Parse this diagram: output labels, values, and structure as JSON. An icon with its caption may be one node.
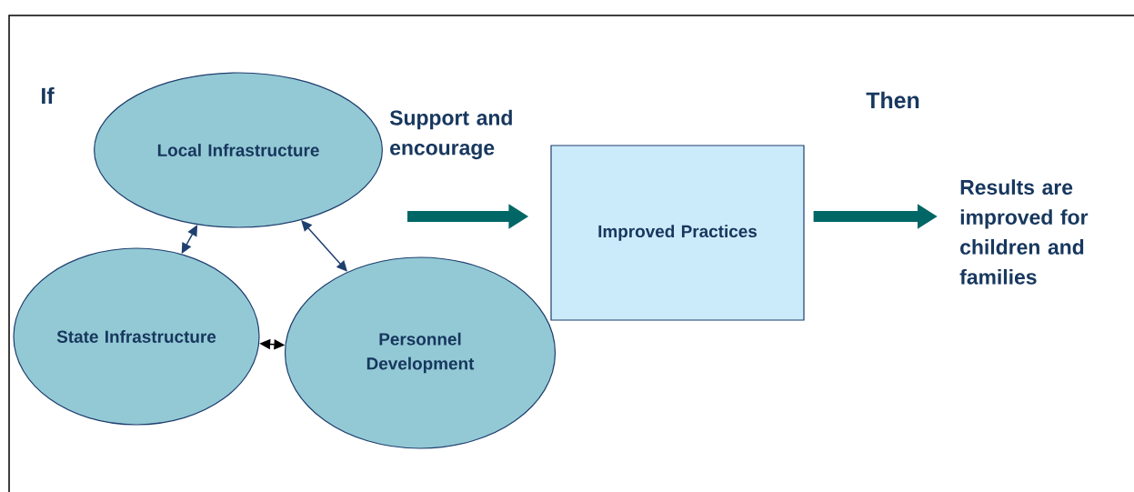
{
  "diagram": {
    "nodes": [
      {
        "text": [
          "Local Infrastructure"
        ]
      },
      {
        "text": [
          "State Infrastructure"
        ]
      },
      {
        "text": [
          "Personnel Development"
        ]
      },
      {
        "text": [
          "Improved Practices"
        ]
      },
      {
        "text": [
          "Results are improved for children and families"
        ]
      }
    ],
    "edges": [
      {
        "from": 0,
        "to": 1,
        "arrow": "both",
        "color": "#1f3f6e"
      },
      {
        "from": 0,
        "to": 2,
        "arrow": "both",
        "color": "#1f3f6e"
      },
      {
        "from": 1,
        "to": 2,
        "arrow": "both",
        "color": "#000000"
      },
      {
        "from": null,
        "to": 3,
        "arrow": "to",
        "label": "Support and encourage",
        "style": "thick",
        "color": "#006666"
      },
      {
        "from": 3,
        "to": 4,
        "arrow": "to",
        "style": "thick",
        "color": "#006666"
      }
    ],
    "labels": [
      "If",
      "Then"
    ]
  }
}
